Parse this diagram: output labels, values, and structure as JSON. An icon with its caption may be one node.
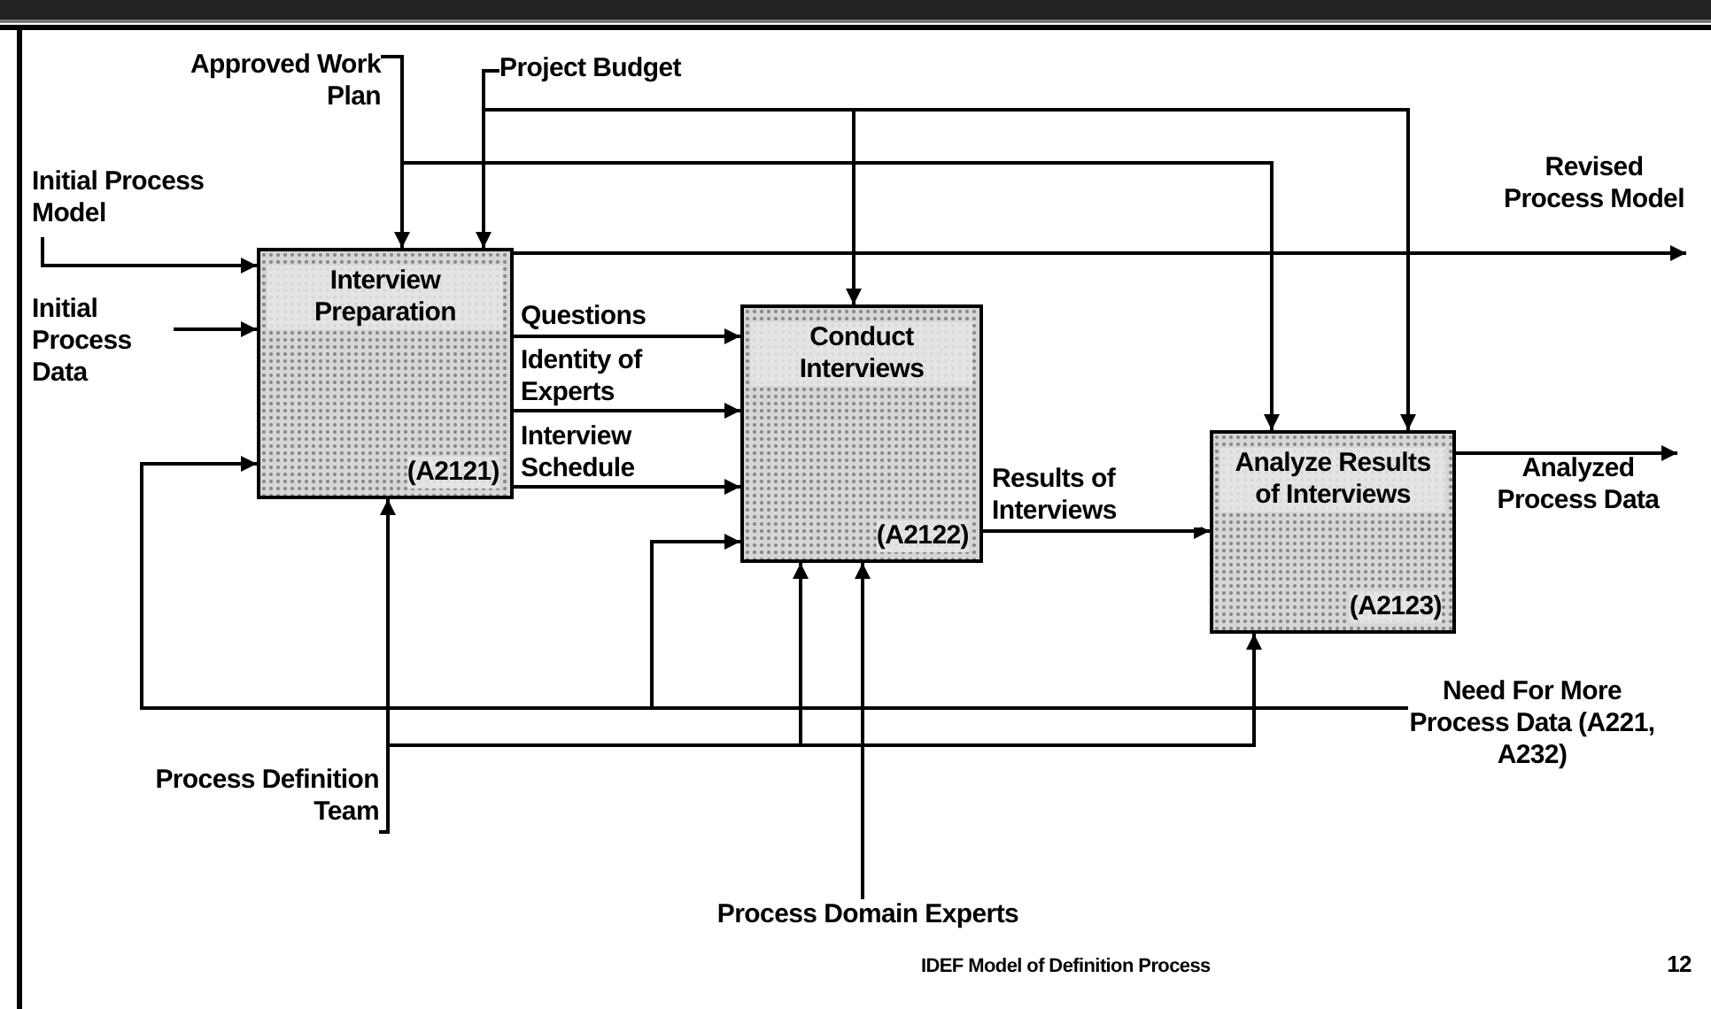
{
  "diagram": {
    "nodes": [
      {
        "text": [
          "Approved Work Plan"
        ]
      },
      {
        "text": [
          "Project Budget"
        ]
      },
      {
        "text": [
          "Initial Process Model"
        ]
      },
      {
        "text": [
          "Revised Process Model"
        ]
      },
      {
        "text": [
          "Initial Process Data"
        ]
      },
      {
        "text": [
          "Interview Preparation",
          "(A2121)"
        ]
      },
      {
        "text": [
          "Conduct Interviews",
          "(A2122)"
        ]
      },
      {
        "text": [
          "Analyze Results of Interviews",
          "(A2123)"
        ]
      },
      {
        "text": [
          "Analyzed Process Data"
        ]
      },
      {
        "text": [
          "Need For More Process Data (A221, A232)"
        ]
      },
      {
        "text": [
          "Process Definition Team"
        ]
      },
      {
        "text": [
          "Process Domain Experts"
        ]
      }
    ],
    "edges": [
      {
        "from": 0,
        "to": 5,
        "arrow": "to"
      },
      {
        "from": 0,
        "to": 7,
        "arrow": "to"
      },
      {
        "from": 1,
        "to": 5,
        "arrow": "to"
      },
      {
        "from": 1,
        "to": 6,
        "arrow": "to"
      },
      {
        "from": 1,
        "to": 7,
        "arrow": "to"
      },
      {
        "from": 2,
        "to": 5,
        "arrow": "to"
      },
      {
        "from": 4,
        "to": 5,
        "arrow": "to"
      },
      {
        "from": 5,
        "to": 6,
        "arrow": "to",
        "label": "Questions"
      },
      {
        "from": 5,
        "to": 6,
        "arrow": "to",
        "label": "Identity of Experts"
      },
      {
        "from": 5,
        "to": 6,
        "arrow": "to",
        "label": "Interview Schedule"
      },
      {
        "from": 5,
        "to": 3,
        "arrow": "to"
      },
      {
        "from": 6,
        "to": 7,
        "arrow": "to",
        "label": "Results of Interviews"
      },
      {
        "from": 7,
        "to": 8,
        "arrow": "to"
      },
      {
        "from": 9,
        "to": 5,
        "arrow": "to"
      },
      {
        "from": 9,
        "to": 6,
        "arrow": "to"
      },
      {
        "from": 10,
        "to": 5,
        "arrow": "to"
      },
      {
        "from": 10,
        "to": 6,
        "arrow": "to"
      },
      {
        "from": 10,
        "to": 7,
        "arrow": "to"
      },
      {
        "from": 11,
        "to": 6,
        "arrow": "to"
      }
    ],
    "labels": [
      "IDEF Model of Definition Process",
      "12"
    ]
  }
}
